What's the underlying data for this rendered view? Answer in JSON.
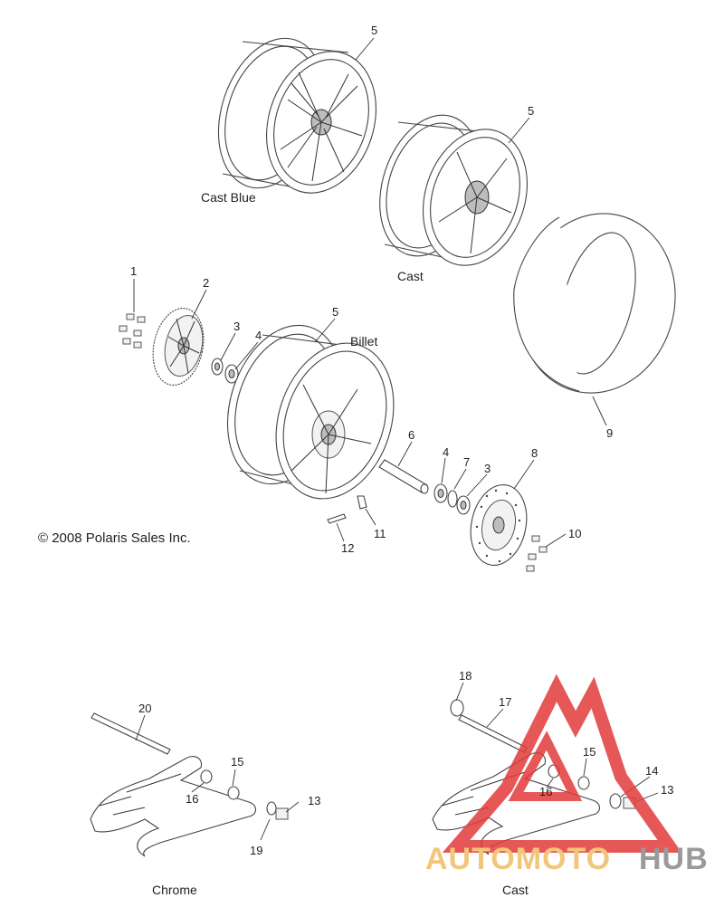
{
  "copyright": "© 2008 Polaris Sales Inc.",
  "variants": {
    "cast_blue": "Cast Blue",
    "cast": "Cast",
    "billet": "Billet",
    "chrome": "Chrome",
    "cast_swingarm": "Cast"
  },
  "callouts": {
    "c1": "1",
    "c2": "2",
    "c3a": "3",
    "c4a": "4",
    "c5_castblue": "5",
    "c5_cast": "5",
    "c5_billet": "5",
    "c6": "6",
    "c4b": "4",
    "c7": "7",
    "c3b": "3",
    "c8": "8",
    "c9": "9",
    "c10": "10",
    "c11": "11",
    "c12": "12",
    "c20": "20",
    "c15a": "15",
    "c16a": "16",
    "c13a": "13",
    "c19": "19",
    "c18": "18",
    "c17": "17",
    "c15b": "15",
    "c16b": "16",
    "c14": "14",
    "c13b": "13"
  },
  "watermark": {
    "part1": "AUTOMOTO",
    "part2": "HUB",
    "triangle_color": "#e23b3b",
    "text_color_1": "#f2c67a",
    "text_color_2": "#9a9a9a"
  }
}
